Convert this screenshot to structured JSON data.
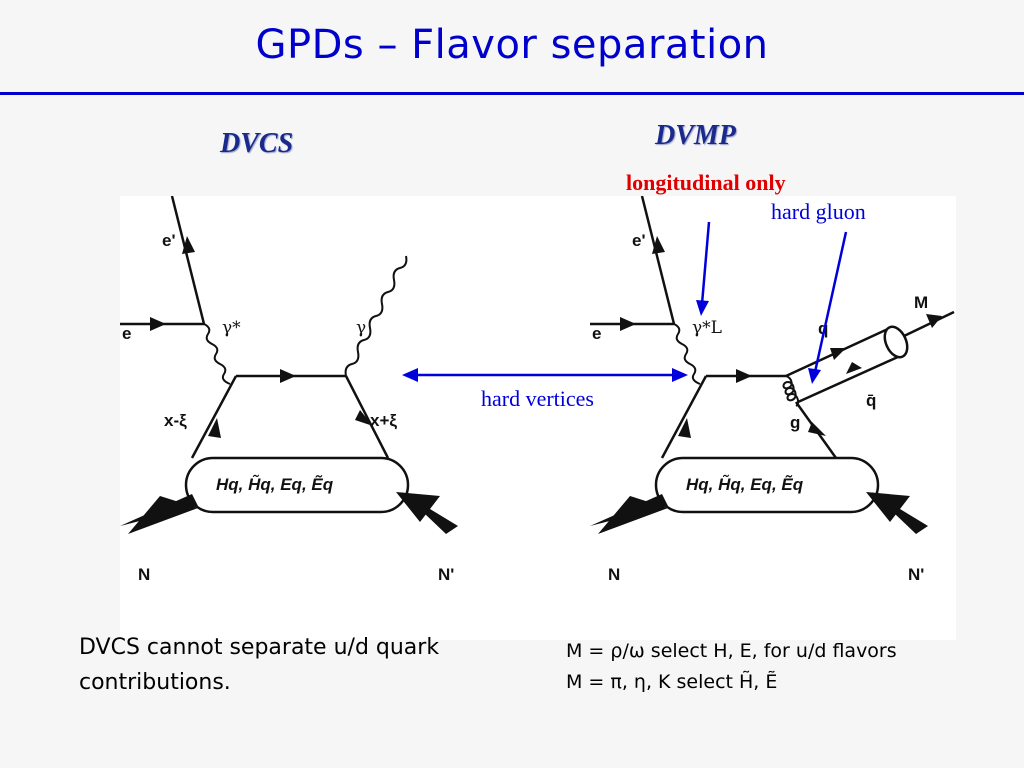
{
  "title": "GPDs – Flavor separation",
  "headings": {
    "left": "DVCS",
    "right": "DVMP"
  },
  "annotations": {
    "longitudinal_only": "longitudinal only",
    "hard_gluon": "hard gluon",
    "hard_vertices": "hard vertices"
  },
  "diagram_labels": {
    "electron_in": "e",
    "electron_out": "e'",
    "gamma_star": "γ*",
    "gamma_star_L": "γ*L",
    "gamma": "γ",
    "x_minus_xi": "x-ξ",
    "x_plus_xi": "x+ξ",
    "gpds": "Hq, H̃q, Eq, Ẽq",
    "nucleon_in": "N",
    "nucleon_out": "N'",
    "meson": "M",
    "quark": "q",
    "antiquark": "q̄",
    "gluon": "g"
  },
  "colors": {
    "title": "#0000cc",
    "heading": "#1a2a8c",
    "red": "#e00000",
    "arrow_blue": "#0000dd"
  },
  "notes": {
    "left": "DVCS cannot separate u/d quark contributions.",
    "right_line1": "M =  ρ/ω select H, E, for u/d flavors",
    "right_line2": "M =  π, η, K select H̃, Ẽ"
  }
}
